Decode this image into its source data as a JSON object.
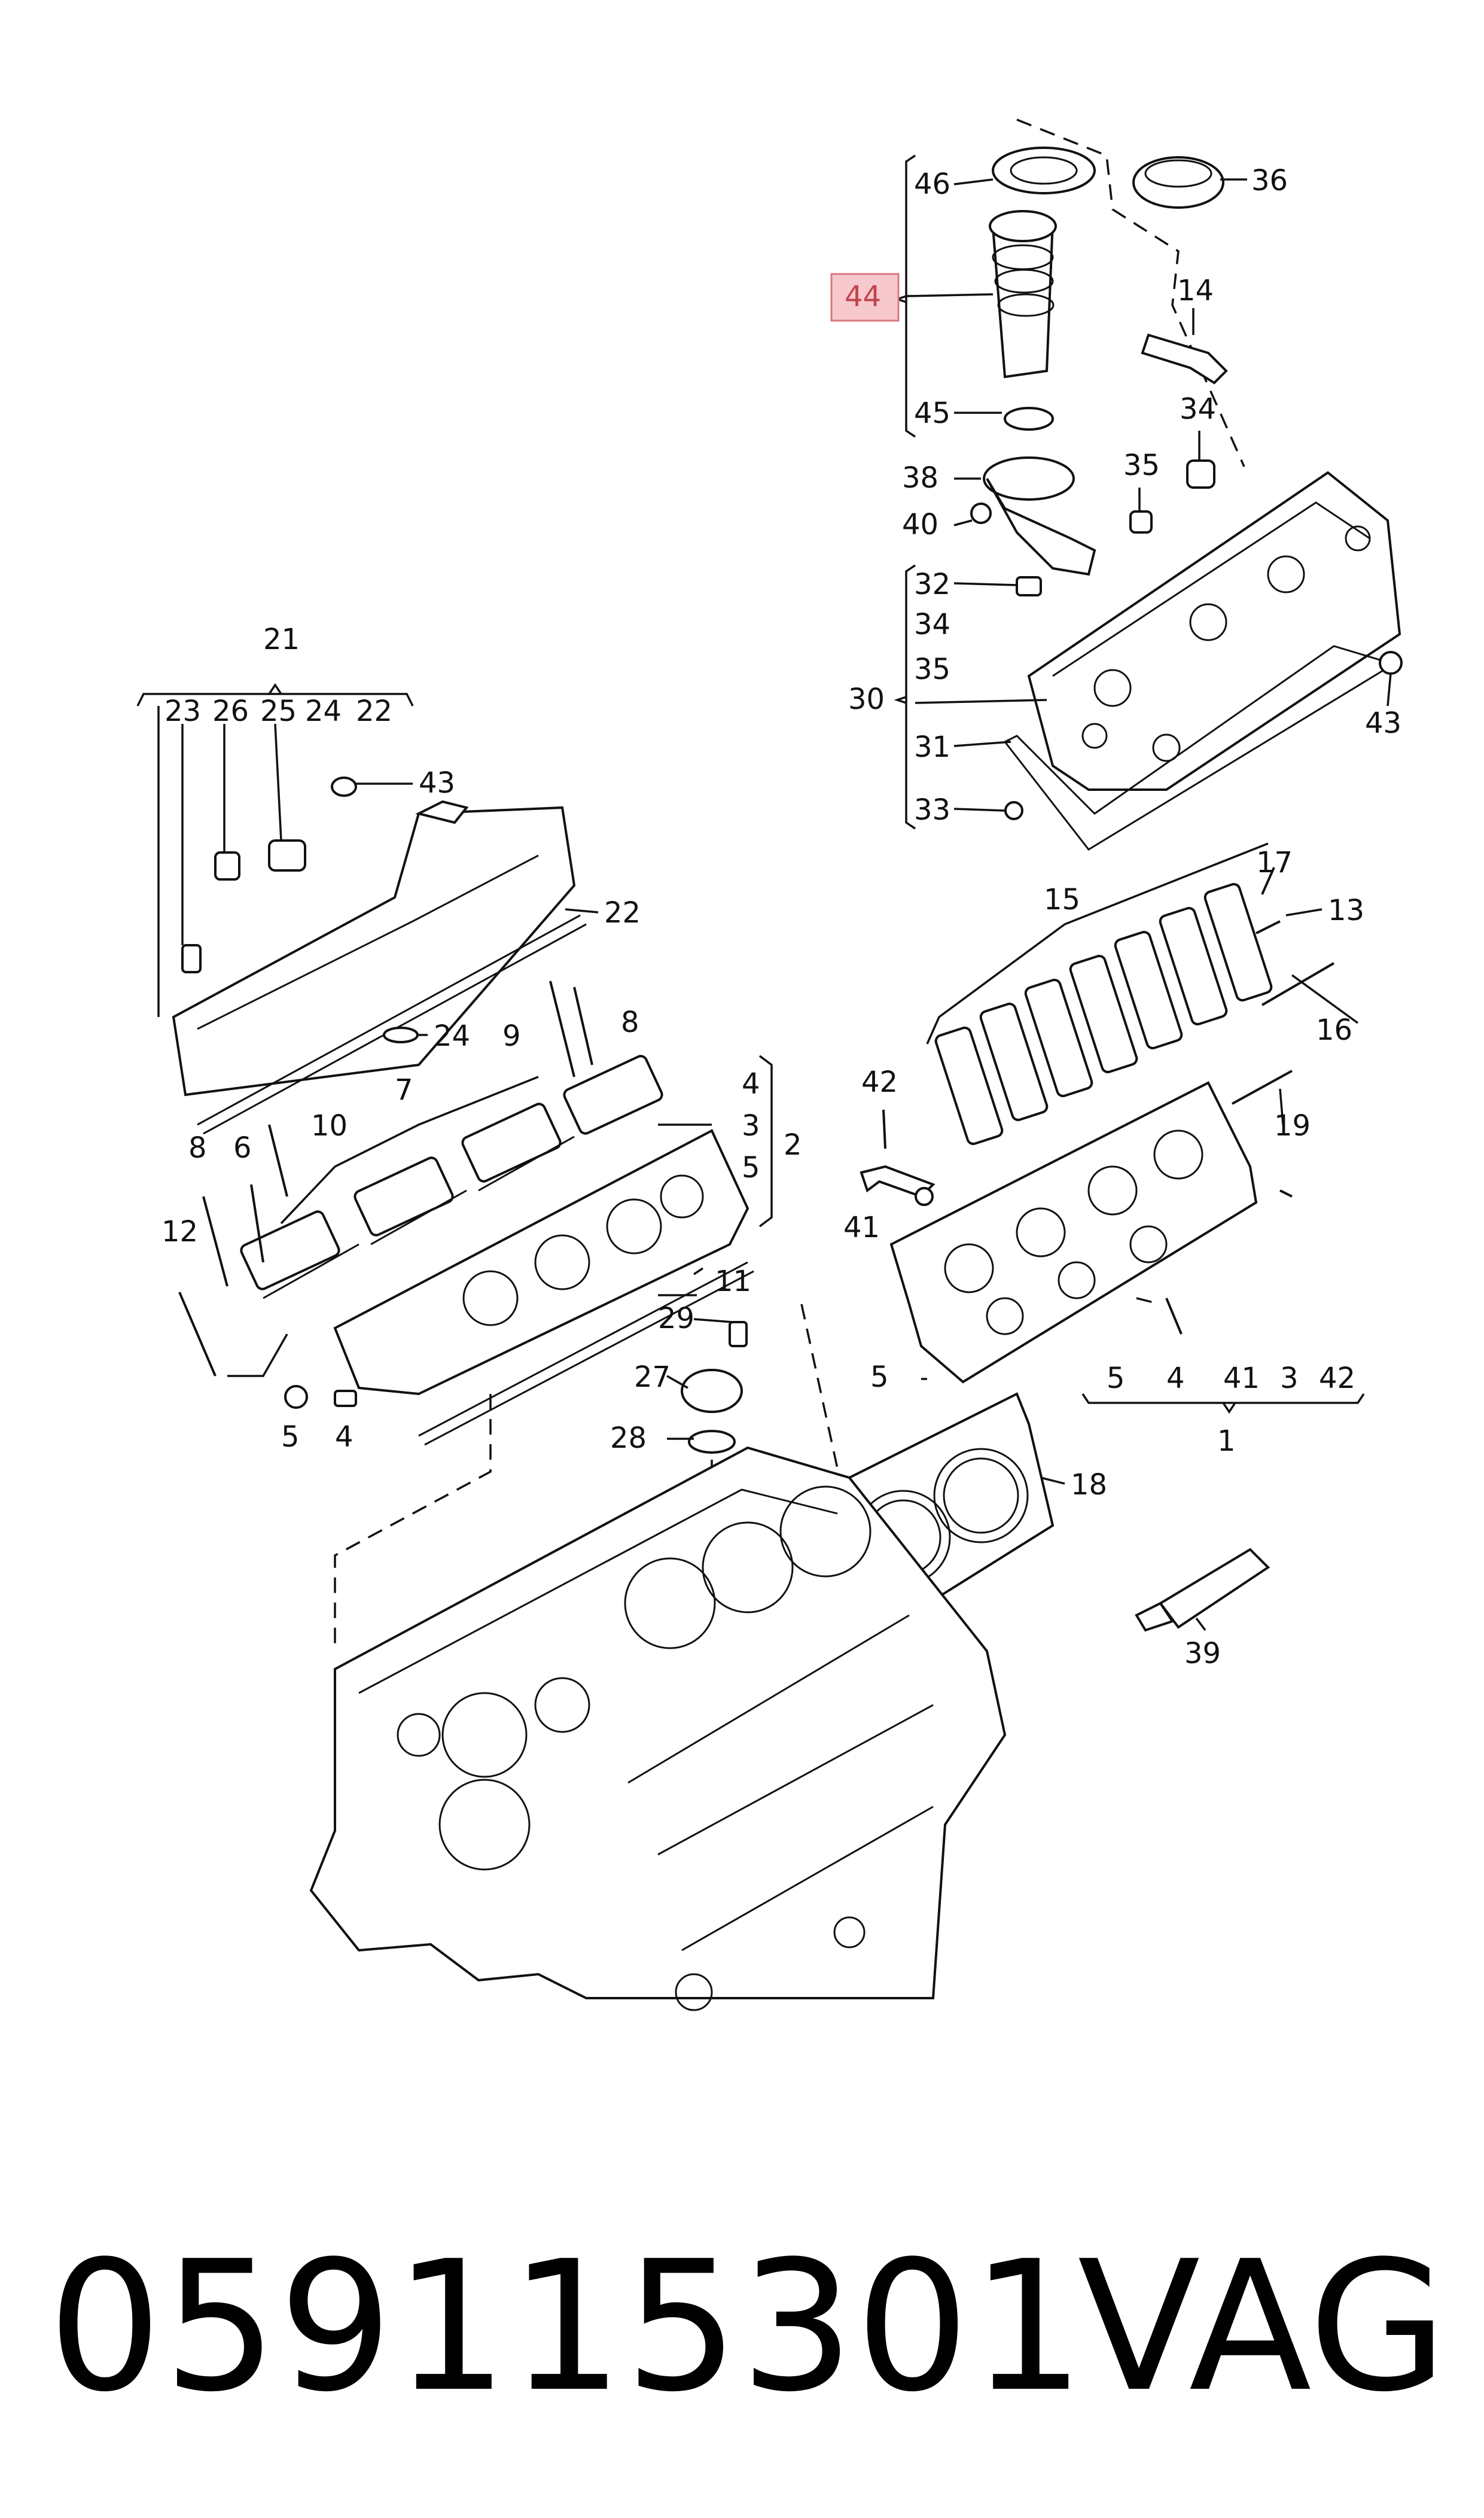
{
  "diagram": {
    "callouts": [
      {
        "id": "c46",
        "text": "46"
      },
      {
        "id": "c36",
        "text": "36"
      },
      {
        "id": "c44",
        "text": "44"
      },
      {
        "id": "c14",
        "text": "14"
      },
      {
        "id": "c45",
        "text": "45"
      },
      {
        "id": "c34a",
        "text": "34"
      },
      {
        "id": "c38",
        "text": "38"
      },
      {
        "id": "c35a",
        "text": "35"
      },
      {
        "id": "c40",
        "text": "40"
      },
      {
        "id": "c32",
        "text": "32"
      },
      {
        "id": "c34b",
        "text": "34"
      },
      {
        "id": "c30",
        "text": "30"
      },
      {
        "id": "c35b",
        "text": "35"
      },
      {
        "id": "c43a",
        "text": "43"
      },
      {
        "id": "c31",
        "text": "31"
      },
      {
        "id": "c33",
        "text": "33"
      },
      {
        "id": "c21",
        "text": "21"
      },
      {
        "id": "c23",
        "text": "23"
      },
      {
        "id": "c26",
        "text": "26"
      },
      {
        "id": "c25",
        "text": "25"
      },
      {
        "id": "c24a",
        "text": "24"
      },
      {
        "id": "c22a",
        "text": "22"
      },
      {
        "id": "c43b",
        "text": "43"
      },
      {
        "id": "c22b",
        "text": "22"
      },
      {
        "id": "c17",
        "text": "17"
      },
      {
        "id": "c15",
        "text": "15"
      },
      {
        "id": "c13",
        "text": "13"
      },
      {
        "id": "c16",
        "text": "16"
      },
      {
        "id": "c24b",
        "text": "24"
      },
      {
        "id": "c9",
        "text": "9"
      },
      {
        "id": "c8a",
        "text": "8"
      },
      {
        "id": "c42a",
        "text": "42"
      },
      {
        "id": "c4a",
        "text": "4"
      },
      {
        "id": "c7",
        "text": "7"
      },
      {
        "id": "c10",
        "text": "10"
      },
      {
        "id": "c3a",
        "text": "3"
      },
      {
        "id": "c2",
        "text": "2"
      },
      {
        "id": "c19",
        "text": "19"
      },
      {
        "id": "c8b",
        "text": "8"
      },
      {
        "id": "c6",
        "text": "6"
      },
      {
        "id": "c5a",
        "text": "5"
      },
      {
        "id": "c41a",
        "text": "41"
      },
      {
        "id": "c12",
        "text": "12"
      },
      {
        "id": "c11",
        "text": "11"
      },
      {
        "id": "c29",
        "text": "29"
      },
      {
        "id": "c27",
        "text": "27"
      },
      {
        "id": "c5b",
        "text": "5"
      },
      {
        "id": "c5c",
        "text": "5"
      },
      {
        "id": "c4b",
        "text": "4"
      },
      {
        "id": "c41b",
        "text": "41"
      },
      {
        "id": "c3b",
        "text": "3"
      },
      {
        "id": "c42b",
        "text": "42"
      },
      {
        "id": "c1",
        "text": "1"
      },
      {
        "id": "c5d",
        "text": "5"
      },
      {
        "id": "c4c",
        "text": "4"
      },
      {
        "id": "c28",
        "text": "28"
      },
      {
        "id": "c18",
        "text": "18"
      },
      {
        "id": "c39",
        "text": "39"
      }
    ],
    "highlight_color": "#f7c9cc",
    "highlight_border": "#d9777f"
  },
  "caption": {
    "part_number": "059115301",
    "brand": "VAG"
  }
}
